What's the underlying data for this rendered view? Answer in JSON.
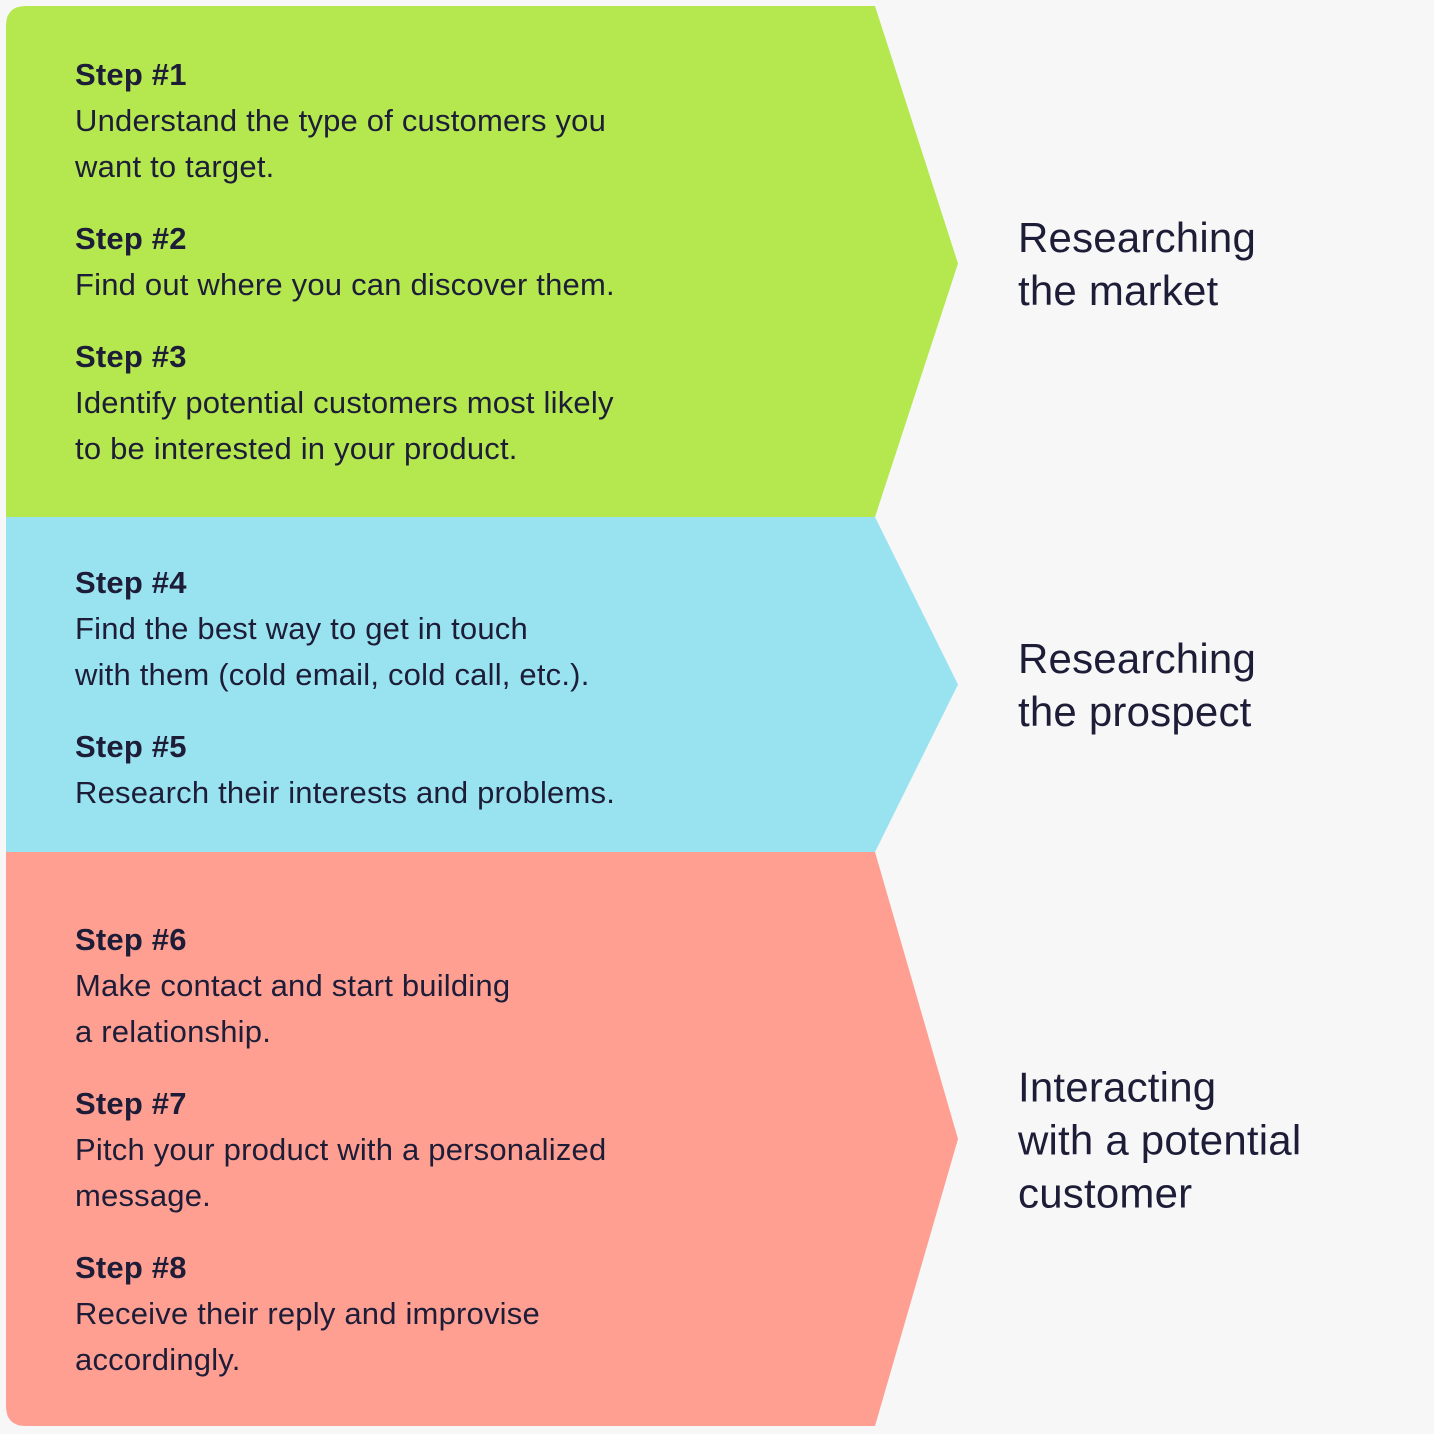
{
  "colors": {
    "green": "#b4e84e",
    "blue": "#99e3f0",
    "salmon": "#ff9f92",
    "background": "#f7f7f8",
    "text": "#1d1d38"
  },
  "bands": [
    {
      "label": "Researching\nthe market",
      "steps": [
        {
          "title": "Step #1",
          "description": "Understand the type of customers you\nwant to target."
        },
        {
          "title": "Step #2",
          "description": "Find out where you can discover them."
        },
        {
          "title": "Step #3",
          "description": "Identify potential customers most likely\nto be interested in your product."
        }
      ]
    },
    {
      "label": "Researching\nthe prospect",
      "steps": [
        {
          "title": "Step #4",
          "description": "Find the best way to get in touch\nwith them (cold email, cold call, etc.)."
        },
        {
          "title": "Step #5",
          "description": "Research their interests and problems."
        }
      ]
    },
    {
      "label": "Interacting\nwith a potential\ncustomer",
      "steps": [
        {
          "title": "Step #6",
          "description": "Make contact and start building\na relationship."
        },
        {
          "title": "Step #7",
          "description": "Pitch your product with a personalized\nmessage."
        },
        {
          "title": "Step #8",
          "description": "Receive their reply and improvise\naccordingly."
        }
      ]
    }
  ]
}
